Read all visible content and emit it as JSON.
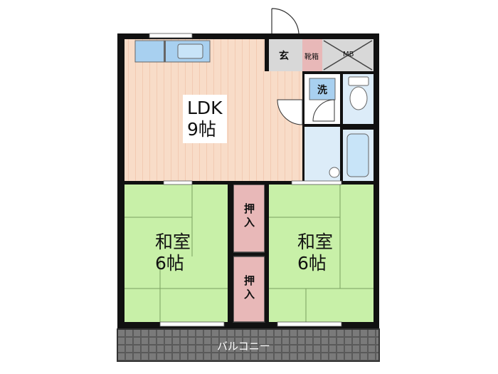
{
  "rooms": {
    "ldk": {
      "name": "LDK",
      "size": "9帖"
    },
    "washitsu_left": {
      "name": "和室",
      "size": "6帖"
    },
    "washitsu_right": {
      "name": "和室",
      "size": "6帖"
    }
  },
  "labels": {
    "genkan": "玄",
    "getabako": "靴箱",
    "mb": "MB",
    "sen": "洗",
    "oshiire_top": "押入",
    "oshiire_bottom": "押入",
    "balcony": "バルコニー"
  },
  "colors": {
    "wall": "#111111",
    "ldk_floor": "#f8dcc8",
    "tatami": "#c8f0a8",
    "wet_area": "#dcecf8",
    "kitchen": "#a8d0f0",
    "closet": "#e8b8b8",
    "genkan": "#d8d8d8",
    "balcony": "#707070"
  }
}
